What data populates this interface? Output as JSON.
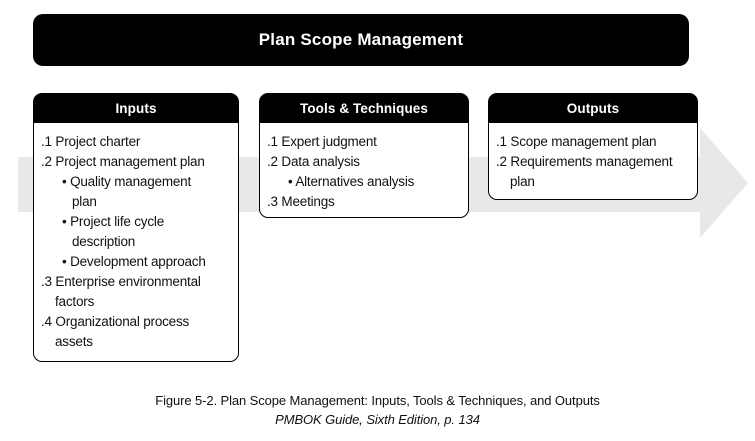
{
  "title": "Plan Scope Management",
  "icons": {
    "bullet": "•",
    "arrow_right": "right-arrow"
  },
  "colors": {
    "black": "#000000",
    "white": "#ffffff",
    "arrow_gray": "#e8e8e8"
  },
  "columns": [
    {
      "header": "Inputs",
      "items": [
        {
          "type": "num",
          "label": ".1",
          "lines": [
            "Project charter"
          ]
        },
        {
          "type": "num",
          "label": ".2",
          "lines": [
            "Project management plan"
          ]
        },
        {
          "type": "bullet",
          "lines": [
            "Quality management",
            "plan"
          ]
        },
        {
          "type": "bullet",
          "lines": [
            "Project life cycle",
            "description"
          ]
        },
        {
          "type": "bullet",
          "lines": [
            "Development approach"
          ]
        },
        {
          "type": "num",
          "label": ".3",
          "lines": [
            "Enterprise environmental",
            "factors"
          ]
        },
        {
          "type": "num",
          "label": ".4",
          "lines": [
            "Organizational process",
            "assets"
          ]
        }
      ]
    },
    {
      "header": "Tools & Techniques",
      "items": [
        {
          "type": "num",
          "label": ".1",
          "lines": [
            "Expert judgment"
          ]
        },
        {
          "type": "num",
          "label": ".2",
          "lines": [
            "Data analysis"
          ]
        },
        {
          "type": "bullet",
          "lines": [
            "Alternatives analysis"
          ]
        },
        {
          "type": "num",
          "label": ".3",
          "lines": [
            "Meetings"
          ]
        }
      ]
    },
    {
      "header": "Outputs",
      "items": [
        {
          "type": "num",
          "label": ".1",
          "lines": [
            "Scope management plan"
          ]
        },
        {
          "type": "num",
          "label": ".2",
          "lines": [
            "Requirements management",
            "plan"
          ]
        }
      ]
    }
  ],
  "caption": {
    "line1": "Figure 5-2. Plan Scope Management: Inputs, Tools & Techniques, and Outputs",
    "line2": "PMBOK Guide, Sixth Edition, p. 134"
  }
}
